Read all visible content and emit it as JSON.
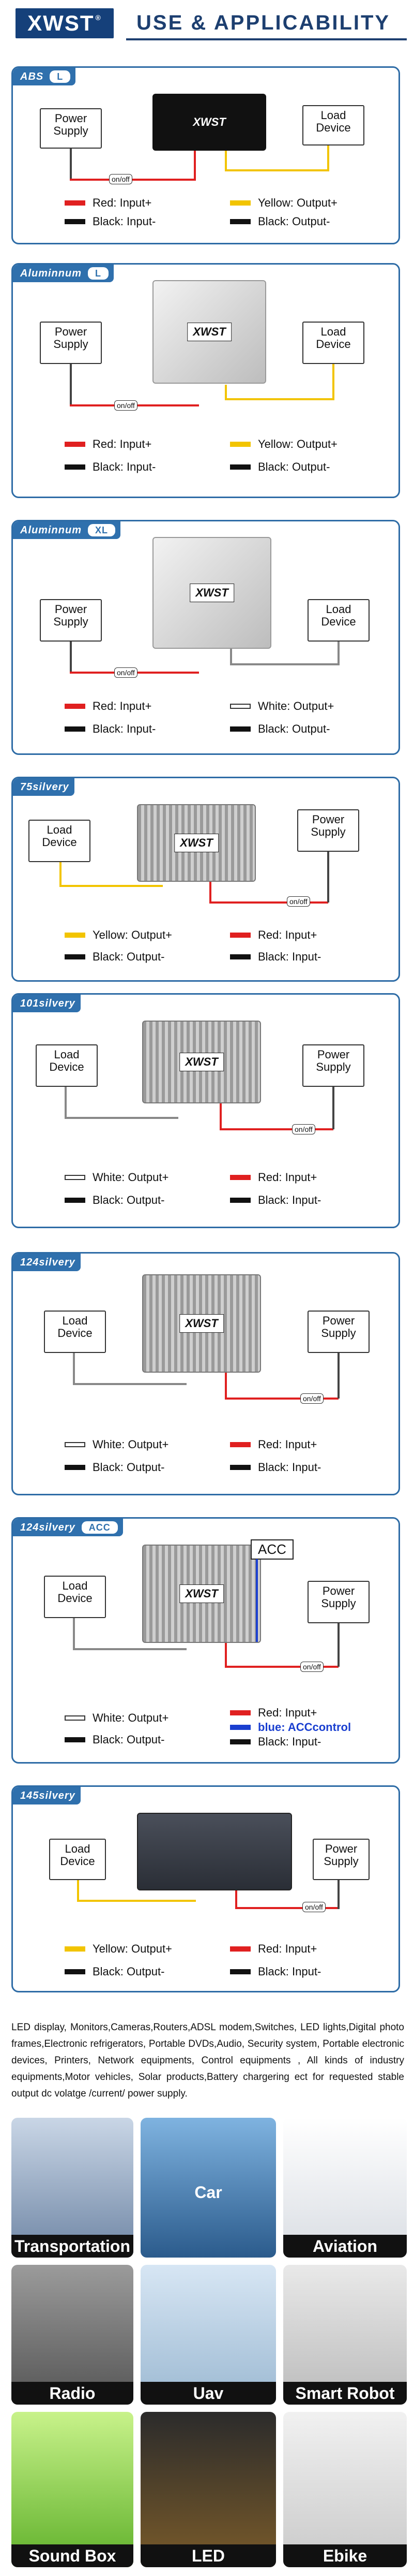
{
  "header": {
    "logo": "XWST",
    "logo_mark": "®",
    "title": "USE & APPLICABILITY"
  },
  "device_labels": {
    "power_supply_line1": "Power",
    "power_supply_line2": "Supply",
    "load_line1": "Load",
    "load_line2": "Device",
    "switch": "on/off",
    "module_brand": "XWST"
  },
  "panels": [
    {
      "tag": "ABS",
      "tag_sub": "L",
      "legend": [
        "Red: Input+",
        "Black: Input-",
        "Yellow: Output+",
        "Black: Output-"
      ]
    },
    {
      "tag": "Aluminnum",
      "tag_sub": "L",
      "legend": [
        "Red: Input+",
        "Black: Input-",
        "Yellow: Output+",
        "Black: Output-"
      ]
    },
    {
      "tag": "Aluminnum",
      "tag_sub": "XL",
      "legend": [
        "Red: Input+",
        "Black: Input-",
        "White: Output+",
        "Black: Output-"
      ]
    },
    {
      "tag": "75silvery",
      "tag_sub": "",
      "legend": [
        "Yellow: Output+",
        "Black: Output-",
        "Red: Input+",
        "Black: Input-"
      ]
    },
    {
      "tag": "101silvery",
      "tag_sub": "",
      "legend": [
        "White: Output+",
        "Black: Output-",
        "Red: Input+",
        "Black: Input-"
      ]
    },
    {
      "tag": "124silvery",
      "tag_sub": "",
      "legend": [
        "White: Output+",
        "Black: Output-",
        "Red: Input+",
        "Black: Input-"
      ]
    },
    {
      "tag": "124silvery",
      "tag_sub": "ACC",
      "acc_label": "ACC",
      "legend": [
        "White: Output+",
        "Black: Output-",
        "Red: Input+",
        "blue: ACCcontrol",
        "Black: Input-"
      ]
    },
    {
      "tag": "145silvery",
      "tag_sub": "",
      "legend": [
        "Yellow: Output+",
        "Black: Output-",
        "Red: Input+",
        "Black: Input-"
      ]
    }
  ],
  "colors": {
    "red": "#e02020",
    "black": "#111111",
    "yellow": "#f2c400",
    "white": "#ffffff",
    "blue": "#1a3fd0",
    "frame": "#2e6ca6"
  },
  "description": "LED display, Monitors,Cameras,Routers,ADSL modem,Switches, LED lights,Digital photo frames,Electronic refrigerators, Portable DVDs,Audio, Security system, Portable electronic devices, Printers, Network equipments, Control equipments , All kinds of industry equipments,Motor vehicles, Solar products,Battery chargering ect for requested stable output dc volatge /current/ power supply.",
  "applications": [
    "Transportation",
    "Car",
    "Aviation",
    "Radio",
    "Uav",
    "Smart Robot",
    "Sound Box",
    "LED",
    "Ebike"
  ]
}
